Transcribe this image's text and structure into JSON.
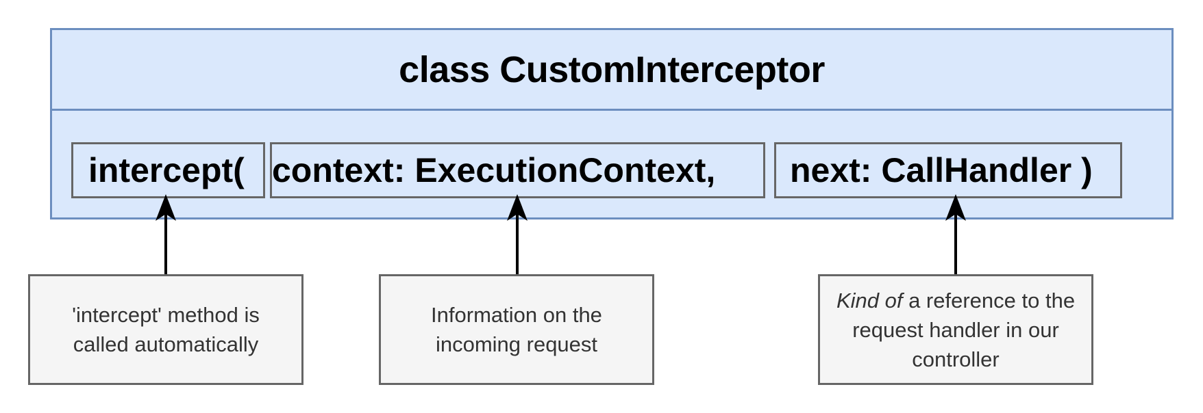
{
  "class_box": {
    "title": "class CustomInterceptor"
  },
  "method": {
    "part_method": "intercept(",
    "part_context": "context: ExecutionContext,",
    "part_next": "next: CallHandler )"
  },
  "notes": {
    "intercept_note": "'intercept' method is called automatically",
    "context_note": "Information on the incoming request",
    "next_note_italic": "Kind of",
    "next_note_rest": " a reference to the request handler in our controller"
  },
  "colors": {
    "class_fill": "#dae8fc",
    "class_border": "#6c8ebf",
    "note_fill": "#f5f5f5",
    "note_border": "#666666",
    "arrow": "#000000"
  }
}
